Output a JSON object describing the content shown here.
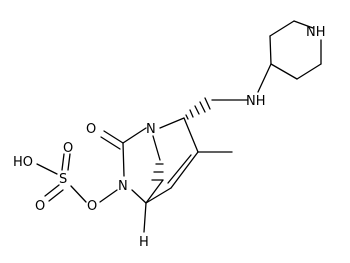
{
  "molecule": {
    "atoms": {
      "n_piperidine": "NH",
      "n_amine": "NH",
      "o_carbonyl": "O",
      "n_bridge": "N",
      "n_hydroxamate": "N",
      "o_n": "O",
      "s_sulfate": "S",
      "o_s_upper": "O",
      "o_s_lower": "O",
      "ho_sulfate": "HO",
      "h_stereo": "H"
    }
  }
}
